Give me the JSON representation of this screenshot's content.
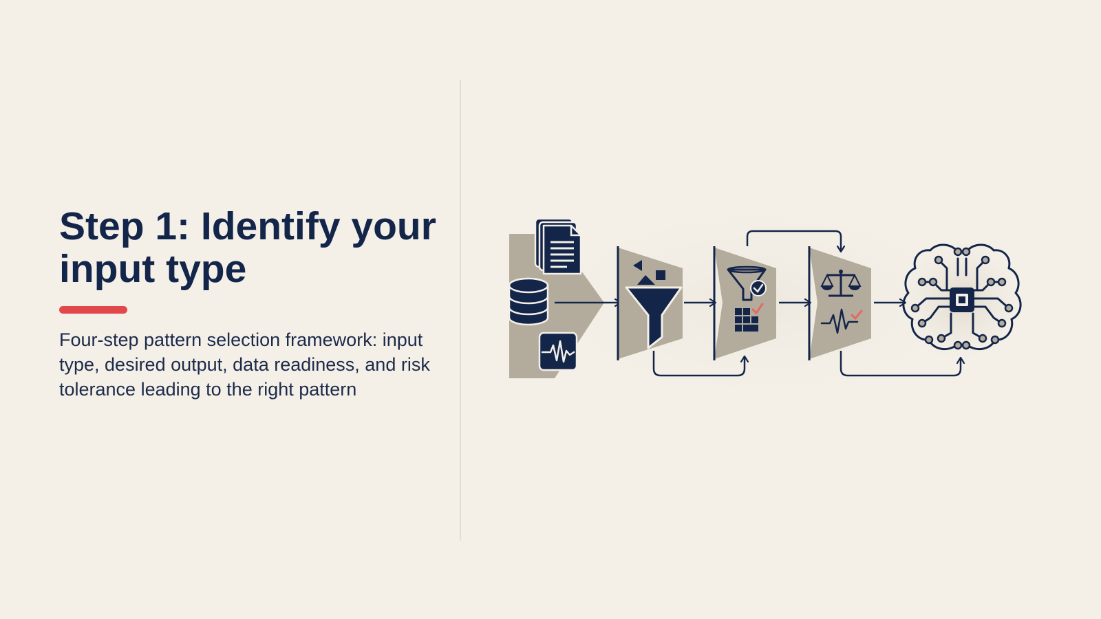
{
  "slide": {
    "title": "Step 1: Identify your input type",
    "subtitle": "Four-step pattern selection framework: input type, desired output, data readiness, and risk tolerance leading to the right pattern",
    "colors": {
      "background": "#f4f0e8",
      "title": "#14254a",
      "accent": "#e2474a",
      "stage_fill": "#b3ab9c",
      "icon_navy": "#14254a",
      "check_red": "#e46a60"
    }
  },
  "diagram": {
    "stages": [
      {
        "id": "input-sources",
        "icons": [
          "documents-icon",
          "database-icon",
          "waveform-icon"
        ]
      },
      {
        "id": "desired-output",
        "icons": [
          "shapes-icon",
          "funnel-icon"
        ]
      },
      {
        "id": "data-readiness",
        "icons": [
          "filter-check-icon",
          "grid-check-icon"
        ]
      },
      {
        "id": "risk-tolerance",
        "icons": [
          "scales-icon",
          "pulse-check-icon"
        ]
      },
      {
        "id": "right-pattern",
        "icons": [
          "brain-chip-icon"
        ]
      }
    ]
  }
}
